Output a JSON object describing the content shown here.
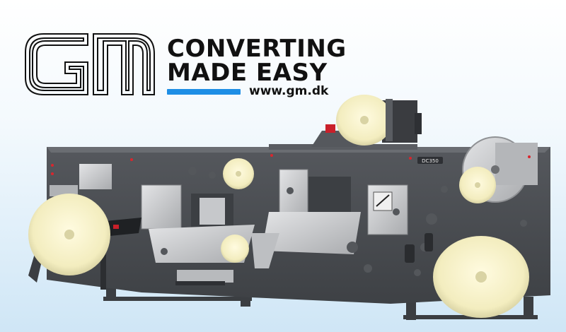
{
  "brand": {
    "line1": "CONVERTING",
    "line2": "MADE EASY",
    "url": "www.gm.dk",
    "accent_color": "#1e8ee5",
    "logo_stroke_color": "#111111"
  },
  "machine": {
    "badge_text": "DC350",
    "frame_color": "#4a4d52",
    "roll_color": "#f6f1c4",
    "steel_color": "#c8c9cb"
  },
  "icons": [
    "gm-logo",
    "label-converting-machine"
  ]
}
